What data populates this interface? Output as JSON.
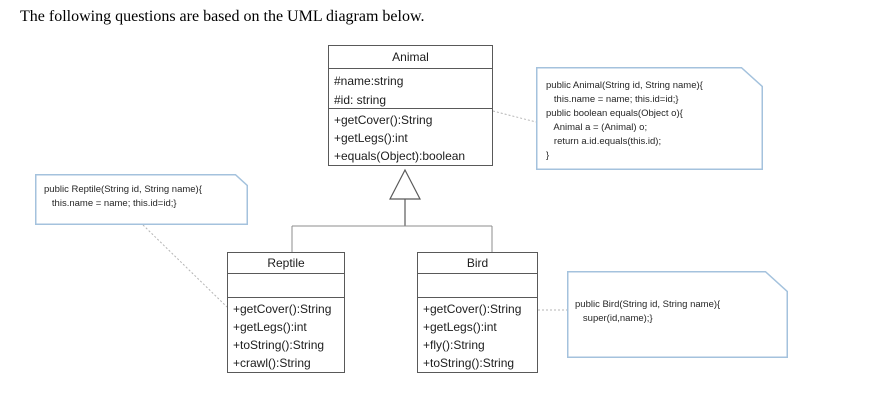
{
  "page": {
    "title": "The following questions are based on the UML diagram below."
  },
  "diagram": {
    "classes": [
      {
        "name": "Animal",
        "fields": [
          "#name:string",
          "#id: string"
        ],
        "methods": [
          "+getCover():String",
          "+getLegs():int",
          "+equals(Object):boolean"
        ]
      },
      {
        "name": "Reptile",
        "fields": [],
        "methods": [
          "+getCover():String",
          "+getLegs():int",
          "+toString():String",
          "+crawl():String"
        ]
      },
      {
        "name": "Bird",
        "fields": [],
        "methods": [
          "+getCover():String",
          "+getLegs():int",
          "+fly():String",
          "+toString():String"
        ]
      }
    ],
    "notes": [
      {
        "attached_to": "Animal",
        "lines": [
          "public Animal(String id, String name){",
          "   this.name = name; this.id=id;}",
          "public boolean equals(Object o){",
          "   Animal a = (Animal) o;",
          "   return a.id.equals(this.id);",
          "}"
        ]
      },
      {
        "attached_to": "Reptile",
        "lines": [
          "public Reptile(String id, String name){",
          "   this.name = name; this.id=id;}"
        ]
      },
      {
        "attached_to": "Bird",
        "lines": [
          "public Bird(String id, String name){",
          "   super(id,name);}"
        ]
      }
    ],
    "relationships": [
      {
        "type": "generalization",
        "from": "Reptile",
        "to": "Animal"
      },
      {
        "type": "generalization",
        "from": "Bird",
        "to": "Animal"
      }
    ],
    "colors": {
      "class_border": "#595959",
      "note_border": "#a4c2dd",
      "connector_dotted": "#b5b5b5",
      "text": "#1c1c1c"
    }
  }
}
